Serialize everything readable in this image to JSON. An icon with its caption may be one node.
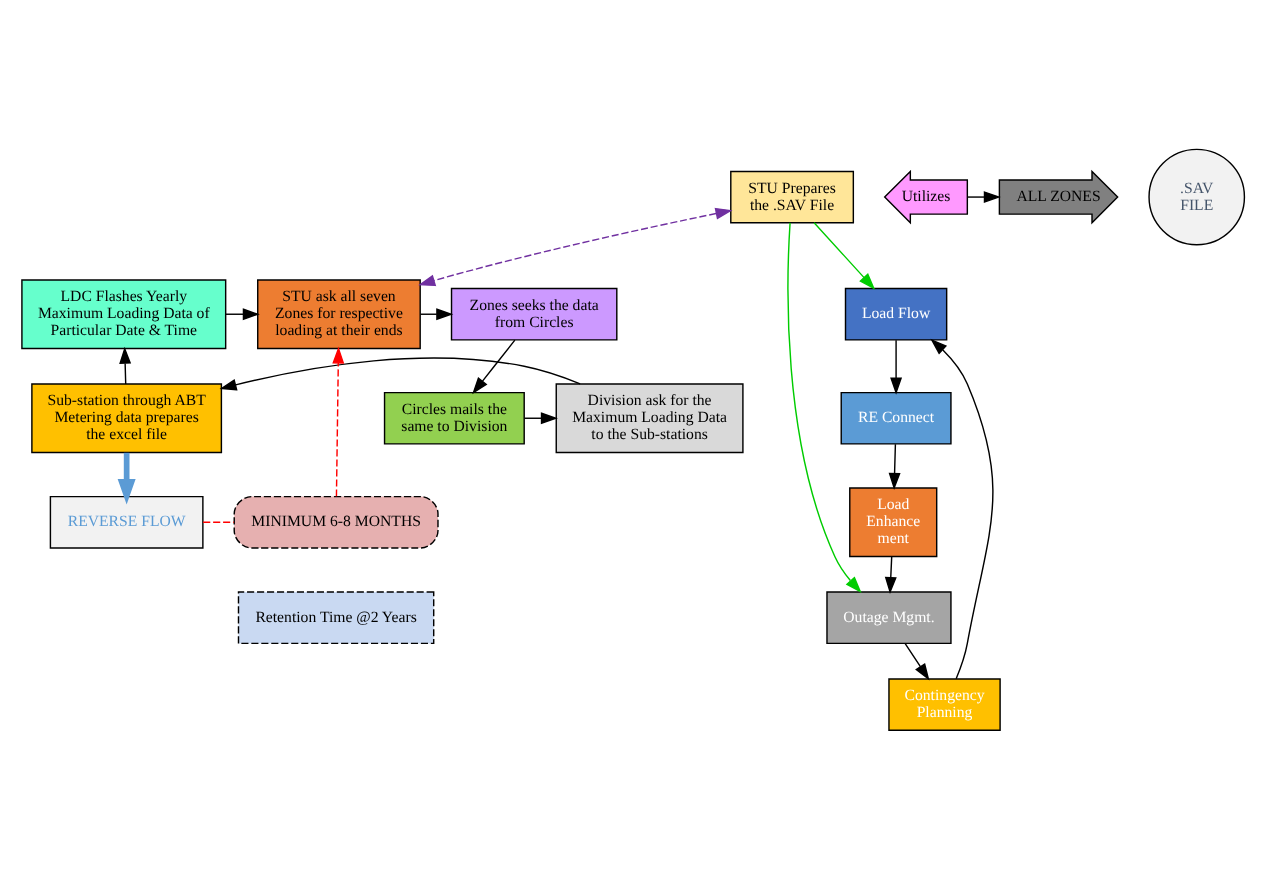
{
  "diagram": {
    "nodes": [
      {
        "text": [
          "LDC Flashes Yearly Maximum Loading Data of Particular Date & Time"
        ]
      },
      {
        "text": [
          "STU ask all seven Zones for respective loading at their ends"
        ]
      },
      {
        "text": [
          "Zones seeks the data from Circles"
        ]
      },
      {
        "text": [
          "Circles mails the same to Division"
        ]
      },
      {
        "text": [
          "Division ask for the Maximum Loading Data to the Sub-stations"
        ]
      },
      {
        "text": [
          "Sub-station through ABT Metering data prepares the excel file"
        ]
      },
      {
        "text": [
          "REVERSE FLOW"
        ]
      },
      {
        "text": [
          "MINIMUM 6-8 MONTHS"
        ]
      },
      {
        "text": [
          "Retention Time @2 Years"
        ]
      },
      {
        "text": [
          "STU Prepares the .SAV File"
        ]
      },
      {
        "text": [
          "ALL ZONES"
        ]
      },
      {
        "text": [
          "Utilizes"
        ]
      },
      {
        "text": [
          ".SAV FILE"
        ]
      },
      {
        "text": [
          "Load Flow"
        ]
      },
      {
        "text": [
          "RE Connect"
        ]
      },
      {
        "text": [
          "Load Enhance ment"
        ]
      },
      {
        "text": [
          "Outage Mgmt."
        ]
      },
      {
        "text": [
          "Contingency Planning"
        ]
      }
    ],
    "edges": [
      {
        "from": 0,
        "to": 1,
        "arrow": "to"
      },
      {
        "from": 1,
        "to": 2,
        "arrow": "to"
      },
      {
        "from": 2,
        "to": 3,
        "arrow": "to"
      },
      {
        "from": 3,
        "to": 4,
        "arrow": "to"
      },
      {
        "from": 4,
        "to": 5,
        "arrow": "to"
      },
      {
        "from": 5,
        "to": 0,
        "arrow": "to"
      },
      {
        "from": 5,
        "to": 6,
        "arrow": "to",
        "style": "thick",
        "color": "#5b9bd5"
      },
      {
        "from": 6,
        "to": 7,
        "arrow": "none",
        "style": "dashed",
        "color": "#ff0000"
      },
      {
        "from": 7,
        "to": 1,
        "arrow": "to",
        "style": "dashed",
        "color": "#ff0000"
      },
      {
        "from": 9,
        "to": 1,
        "arrow": "both",
        "style": "dashed",
        "color": "#7030a0"
      },
      {
        "from": 9,
        "to": 13,
        "arrow": "to",
        "color": "#00cc00"
      },
      {
        "from": 9,
        "to": 16,
        "arrow": "to",
        "color": "#00cc00"
      },
      {
        "from": 11,
        "to": 10,
        "arrow": "to"
      },
      {
        "from": 13,
        "to": 14,
        "arrow": "to"
      },
      {
        "from": 14,
        "to": 15,
        "arrow": "to"
      },
      {
        "from": 15,
        "to": 16,
        "arrow": "to"
      },
      {
        "from": 16,
        "to": 17,
        "arrow": "to"
      },
      {
        "from": 17,
        "to": 13,
        "arrow": "to"
      }
    ]
  }
}
